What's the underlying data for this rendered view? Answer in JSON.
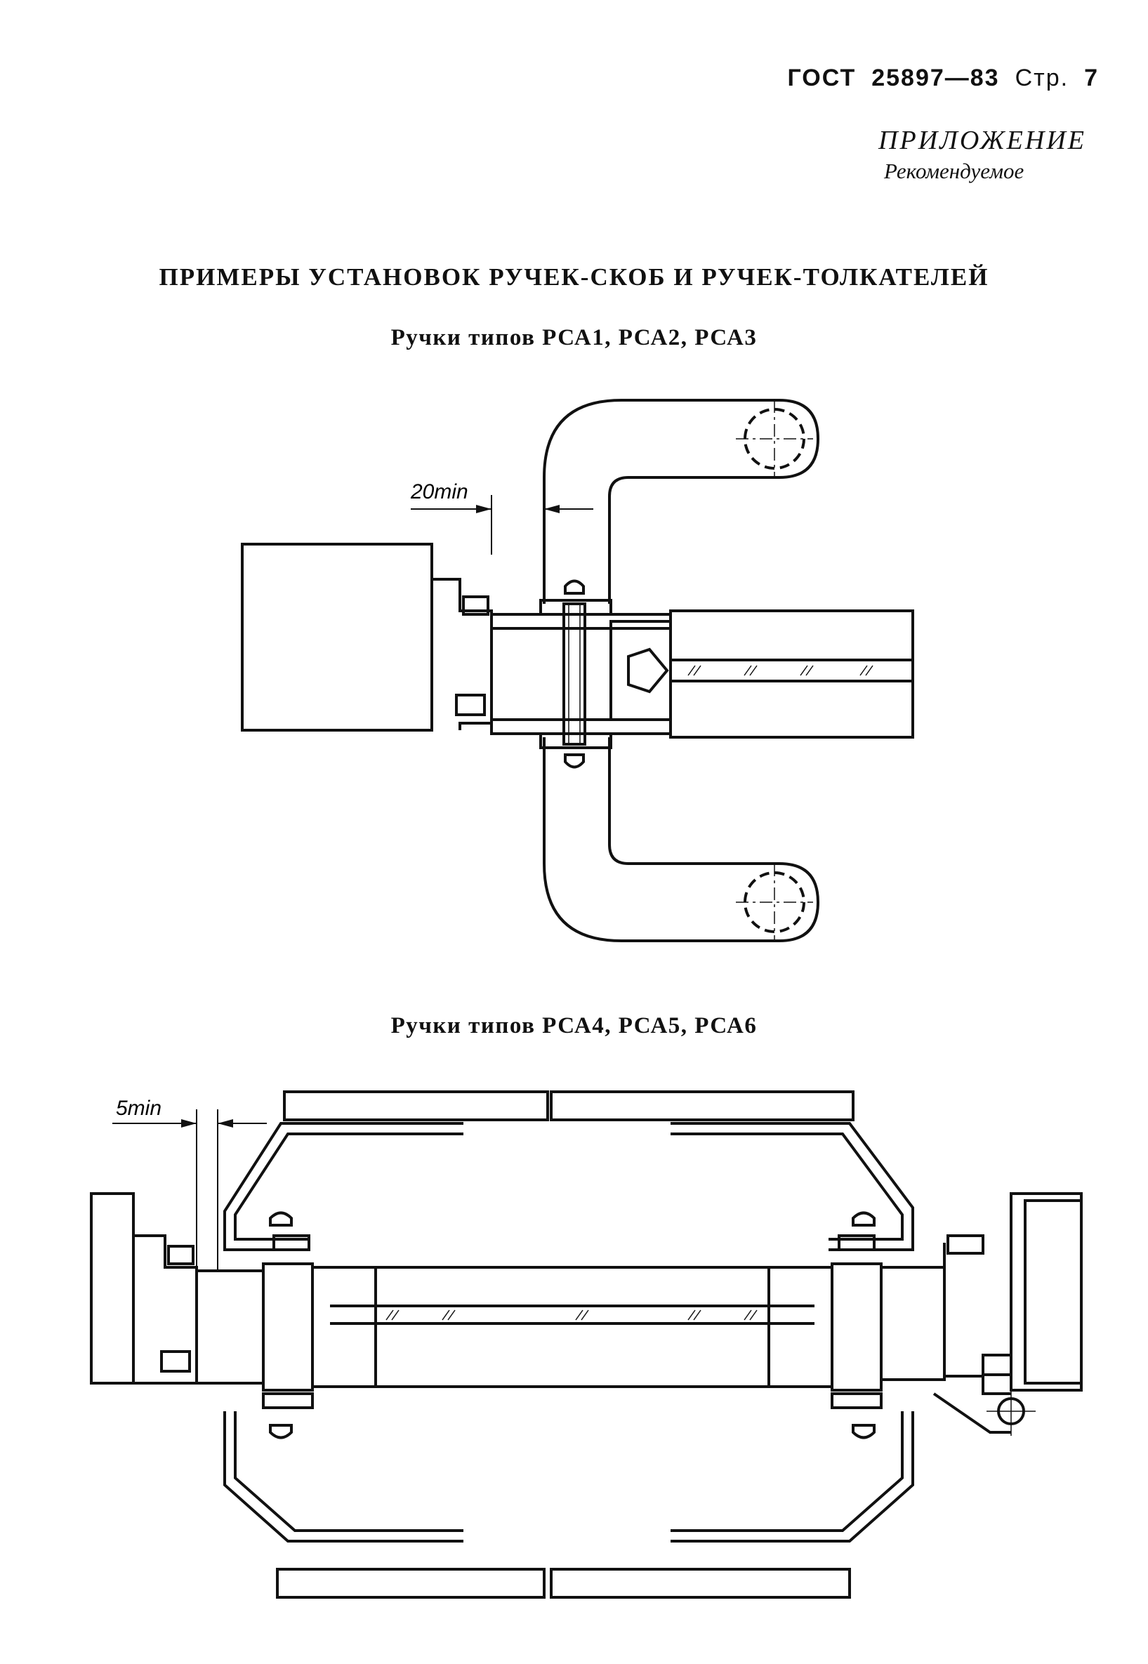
{
  "header": {
    "standard": "ГОСТ",
    "number": "25897—83",
    "page_label": "Стр.",
    "page_number": "7"
  },
  "appendix": {
    "title": "ПРИЛОЖЕНИЕ",
    "status": "Рекомендуемое"
  },
  "main_title": "ПРИМЕРЫ УСТАНОВОК РУЧЕК-СКОБ И РУЧЕК-ТОЛКАТЕЛЕЙ",
  "figure1": {
    "caption": "Ручки типов РСА1, РСА2, РСА3",
    "dimension": "20min"
  },
  "figure2": {
    "caption": "Ручки типов РСА4, РСА5, РСА6",
    "dimension": "5min"
  }
}
